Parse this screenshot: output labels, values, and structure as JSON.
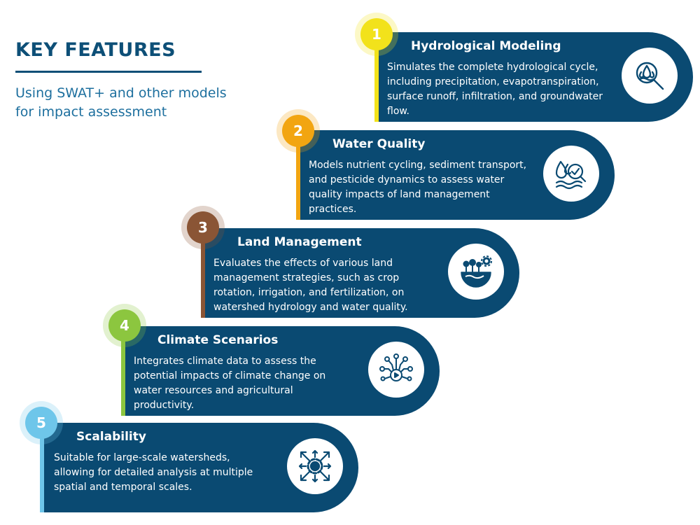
{
  "header": {
    "title": "KEY FEATURES",
    "subtitle_line1": "Using SWAT+ and other models",
    "subtitle_line2": "for impact assessment"
  },
  "features": [
    {
      "number": "1",
      "title": "Hydrological Modeling",
      "description": "Simulates the complete hydrological cycle,\nincluding precipitation, evapotranspiration,\nsurface runoff, infiltration, and groundwater\nflow.",
      "accent": "#f2e21b",
      "icon": "water-search-icon"
    },
    {
      "number": "2",
      "title": "Water Quality",
      "description": "Models nutrient cycling, sediment transport,\nand pesticide dynamics to assess water\nquality impacts of land management\npractices.",
      "accent": "#f2a511",
      "icon": "water-quality-check-icon"
    },
    {
      "number": "3",
      "title": "Land Management",
      "description": " Evaluates the effects of various land\nmanagement strategies, such as crop\nrotation, irrigation, and fertilization, on\nwatershed hydrology and water quality.",
      "accent": "#8a5535",
      "icon": "land-globe-gear-icon"
    },
    {
      "number": "4",
      "title": "Climate Scenarios",
      "description": " Integrates climate data to assess the\npotential impacts of climate change on\nwater resources and agricultural\nproductivity.",
      "accent": "#8cc63f",
      "icon": "climate-network-icon"
    },
    {
      "number": "5",
      "title": "Scalability",
      "description": "Suitable for large-scale watersheds,\nallowing for detailed analysis at multiple\nspatial and temporal scales.",
      "accent": "#6ec6ea",
      "icon": "scalability-gear-arrows-icon"
    }
  ],
  "colors": {
    "card": "#0a4a72",
    "heading": "#0d4f77",
    "subtitle": "#1d6f9e"
  }
}
